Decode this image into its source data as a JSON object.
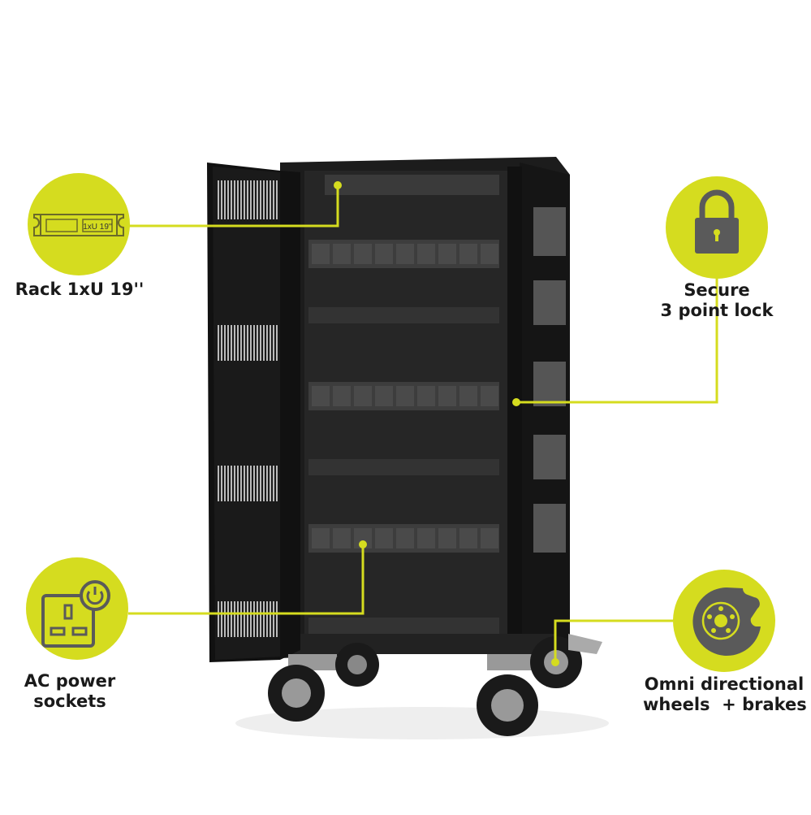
{
  "colors": {
    "accent": "#d5dc1f",
    "icon": "#5a5a5a",
    "cabinet": "#1c1c1c"
  },
  "features": [
    {
      "id": "rack",
      "label_lines": [
        "Rack 1xU 19''"
      ],
      "icon": "rack-unit-icon",
      "icon_text": "1xU 19''"
    },
    {
      "id": "lock",
      "label_lines": [
        "Secure",
        "3 point lock"
      ],
      "icon": "padlock-icon"
    },
    {
      "id": "ac",
      "label_lines": [
        "AC power",
        "sockets"
      ],
      "icon": "power-socket-icon"
    },
    {
      "id": "wheels",
      "label_lines": [
        "Omni directional",
        "wheels  + brakes"
      ],
      "icon": "brake-disc-icon"
    }
  ]
}
